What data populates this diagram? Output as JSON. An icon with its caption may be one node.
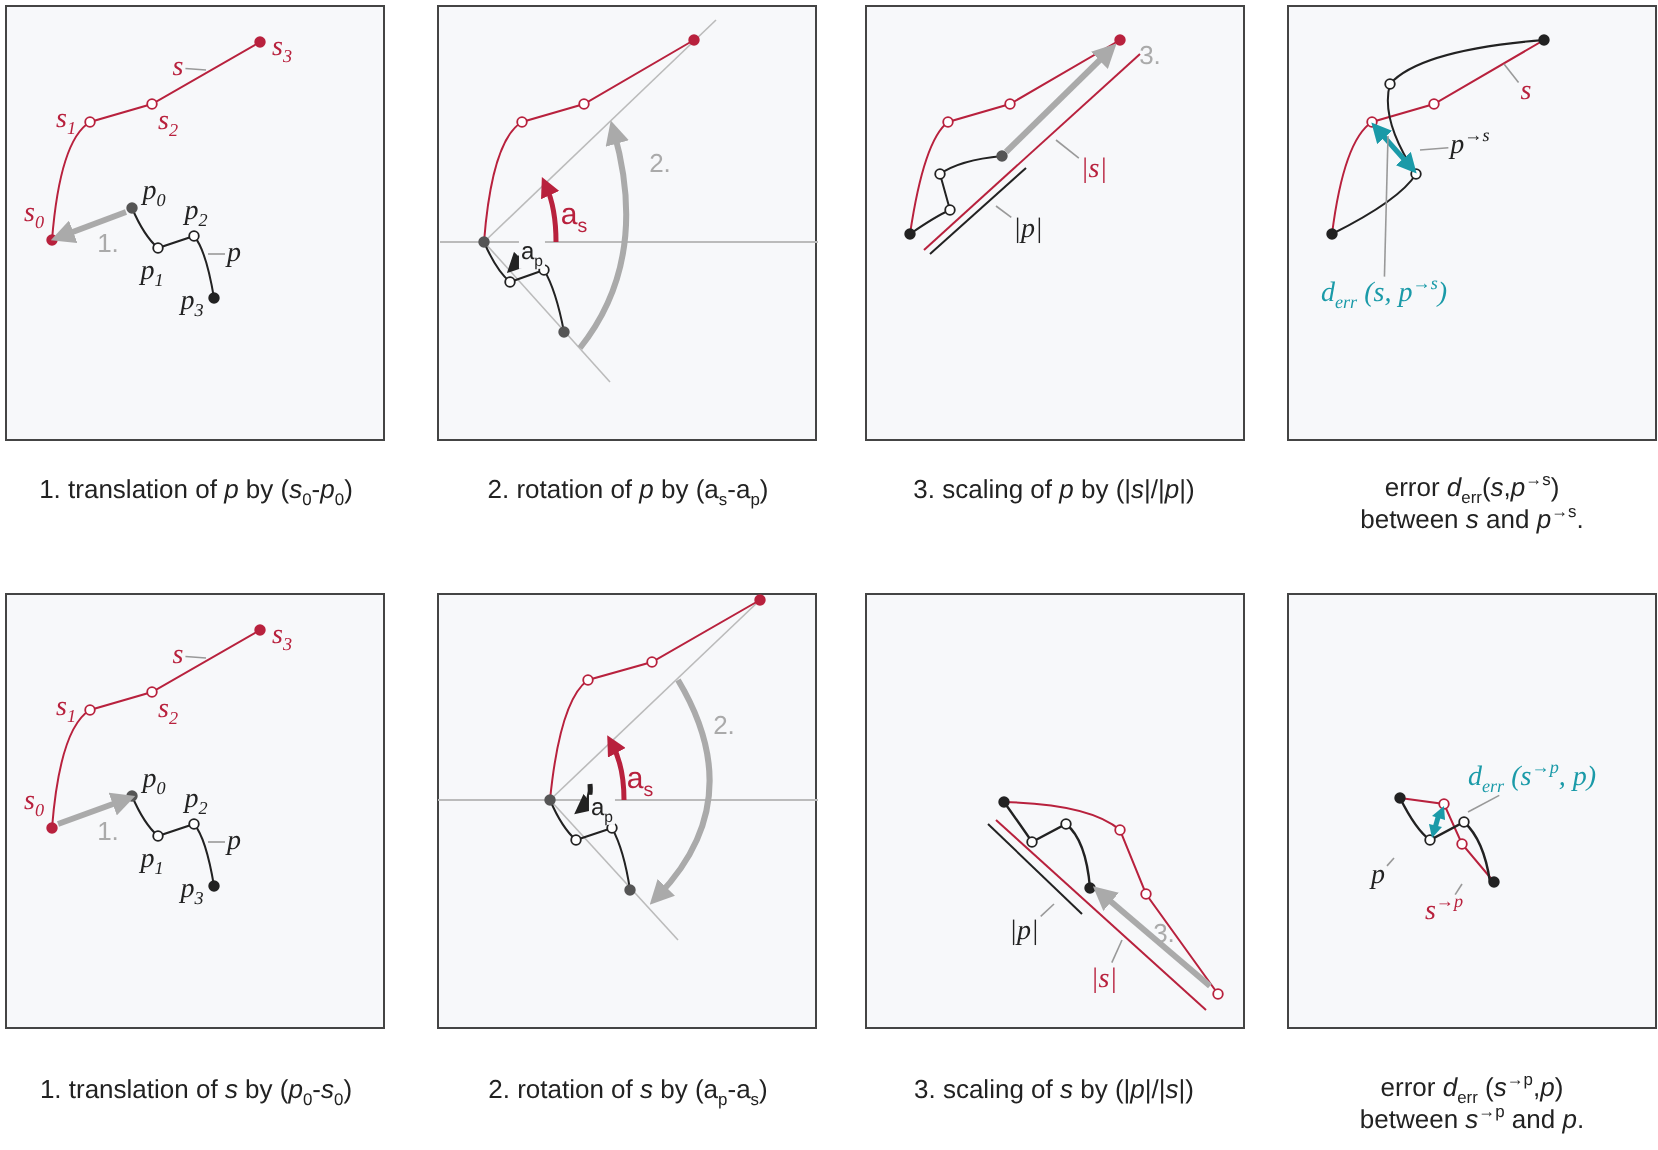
{
  "diagram": {
    "nodes": [
      {
        "text": [
          "s"
        ]
      },
      {
        "text": [
          "p"
        ]
      },
      {
        "text": [
          "|s|"
        ]
      },
      {
        "text": [
          "|p|"
        ]
      },
      {
        "text": [
          "s"
        ]
      },
      {
        "text": [
          "p$^{→s}$"
        ]
      },
      {
        "text": [
          "d$_{err}$ (s, p$^{→s}$)"
        ]
      },
      {
        "text": [
          "s"
        ]
      },
      {
        "text": [
          "p"
        ]
      },
      {
        "text": [
          "|p|"
        ]
      },
      {
        "text": [
          "|s|"
        ]
      },
      {
        "text": [
          "d$_{err}$ (s$^{→p}$, p)"
        ]
      },
      {
        "text": [
          "p"
        ]
      },
      {
        "text": [
          "s$^{→p}$"
        ]
      }
    ],
    "edges": [
      {
        "from": 0,
        "to": null,
        "arrow": "none"
      },
      {
        "from": 1,
        "to": null,
        "arrow": "none"
      },
      {
        "from": 2,
        "to": null,
        "arrow": "none"
      },
      {
        "from": 3,
        "to": null,
        "arrow": "none"
      },
      {
        "from": 4,
        "to": null,
        "arrow": "none"
      },
      {
        "from": 5,
        "to": null,
        "arrow": "none"
      },
      {
        "from": 6,
        "to": null,
        "arrow": "none"
      },
      {
        "from": 7,
        "to": null,
        "arrow": "none"
      },
      {
        "from": 8,
        "to": null,
        "arrow": "none"
      },
      {
        "from": 9,
        "to": null,
        "arrow": "none"
      },
      {
        "from": 10,
        "to": null,
        "arrow": "none"
      },
      {
        "from": 11,
        "to": null,
        "arrow": "none"
      },
      {
        "from": 12,
        "to": null,
        "arrow": "none"
      },
      {
        "from": 13,
        "to": null,
        "arrow": "none"
      }
    ],
    "labels": [
      "s$_{3}$",
      "s$_{1}$",
      "s$_{2}$",
      "s$_{0}$",
      "p$_{0}$",
      "1.",
      "p$_{2}$",
      "p$_{1}$",
      "p$_{3}$",
      "2.",
      "a$_{s}$",
      "a$_{p}$",
      "3.",
      "1. translation of *p* by (*s*$_{0}$-*p*$_{0}$)",
      "2. rotation of *p* by (a$_{s}$-a$_{p}$)",
      "3. scaling of *p* by (|*s*|/|*p*|)",
      "error *d*$_{err}$(*s*,*p*$^{→s}$) between *s* and *p*$^{→s}$.",
      "s$_{3}$",
      "s$_{1}$",
      "s$_{2}$",
      "s$_{0}$",
      "p$_{0}$",
      "1.",
      "p$_{2}$",
      "p$_{1}$",
      "p$_{3}$",
      "2.",
      "a$_{s}$",
      "a$_{p}$",
      "3.",
      "1. translation of *s* by (*p*$_{0}$-*s*$_{0}$)",
      "2. rotation of *s* by (a$_{p}$-a$_{s}$)",
      "3. scaling of *s* by (|*p*|/|*s*|)",
      "error *d*$_{err}$ (*s*$^{→p}$,*p*) between *s*$^{→p}$ and *p*."
    ]
  }
}
